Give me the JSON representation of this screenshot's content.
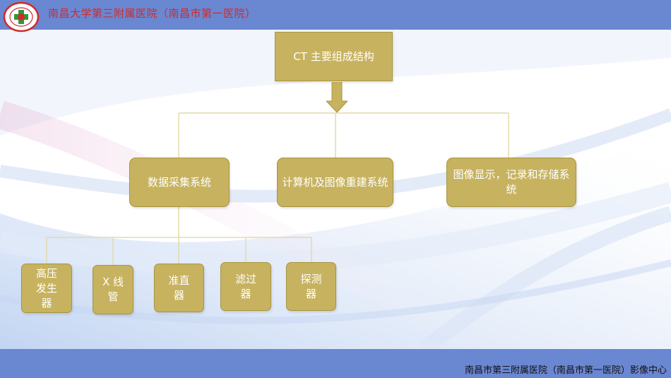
{
  "header": {
    "title": "南昌大学第三附属医院（南昌市第一医院）"
  },
  "footer": {
    "text": "南昌市第三附属医院（南昌市第一医院）影像中心"
  },
  "diagram": {
    "root": "CT 主要组成结构",
    "level1": [
      "数据采集系统",
      "计算机及图像重建系统",
      "图像显示，记录和存储系统"
    ],
    "level2": [
      "高压发生器",
      "X 线管",
      "准直器",
      "滤过器",
      "探测器"
    ]
  },
  "colors": {
    "header_bg": "#6a87d2",
    "box_fill": "#c7b25f",
    "connector": "#e2dba9",
    "title_red": "#d12a2a"
  }
}
